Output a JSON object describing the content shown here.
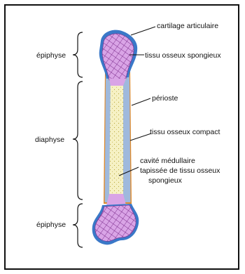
{
  "labels": {
    "epiphyse_top": "épiphyse",
    "diaphyse": "diaphyse",
    "epiphyse_bottom": "épiphyse",
    "cartilage": "cartilage articulaire",
    "spongieux": "tissu osseux spongieux",
    "perioste": "périoste",
    "compact": "tissu osseux compact",
    "cavite_line1": "cavité médullaire",
    "cavite_line2": "tapissée de tissu osseux",
    "cavite_line3": "spongieux"
  },
  "colors": {
    "cartilage": "#3a78c8",
    "spongy": "#d9a4e6",
    "spongy_mesh": "#7a2a8a",
    "compact": "#9fb9dc",
    "marrow": "#f6f1c4",
    "periosteum": "#e08a2a",
    "line": "#111111"
  }
}
